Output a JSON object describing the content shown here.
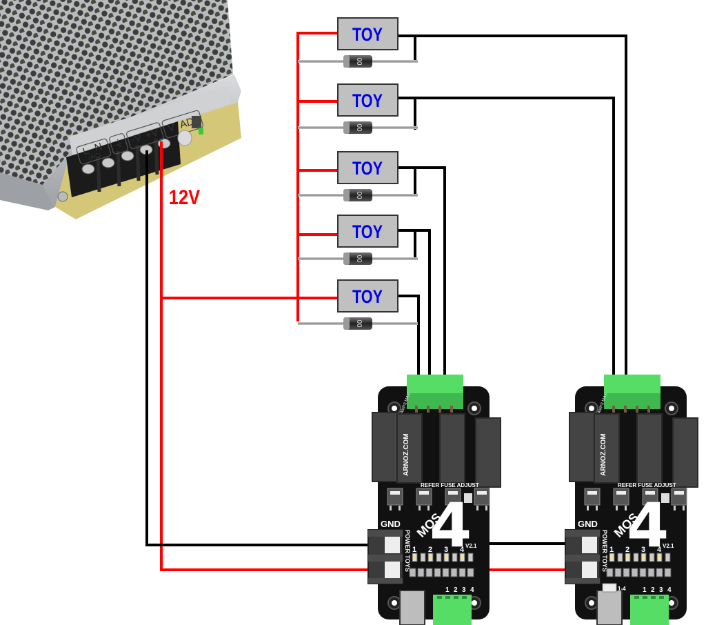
{
  "diagram": {
    "title": "12V power supply driving 5 toys through two MOSFET boards",
    "wire_colors": {
      "positive": "#ff0000",
      "negative": "#000000"
    },
    "power_supply": {
      "terminal_labels": [
        "L",
        "N",
        "(AC)",
        "⏚",
        "-V",
        "+V",
        "V",
        "ADJ"
      ],
      "output_label": "12V",
      "led_color": "#33cc33"
    },
    "loads": [
      {
        "label": "TOY",
        "diode_marking": "00"
      },
      {
        "label": "TOY",
        "diode_marking": "00"
      },
      {
        "label": "TOY",
        "diode_marking": "00"
      },
      {
        "label": "TOY",
        "diode_marking": "00"
      },
      {
        "label": "TOY",
        "diode_marking": "00"
      }
    ],
    "boards": [
      {
        "brand": "ARNOZ.COM",
        "model": "MOS4",
        "model_number": "4",
        "version": "V2.1",
        "gnd_label": "GND",
        "power_label": "POWER TOYS",
        "output_numbers": [
          "1",
          "2",
          "3",
          "4"
        ],
        "input_numbers": [
          "1",
          "2",
          "3",
          "4"
        ],
        "amps_label": "AMPS MAX",
        "fuse_label": "REFER FUSE ADJUST",
        "header_label": ""
      },
      {
        "brand": "ARNOZ.COM",
        "model": "MOS4",
        "model_number": "4",
        "version": "V2.1",
        "gnd_label": "GND",
        "power_label": "POWER TOYS",
        "output_numbers": [
          "1",
          "2",
          "3",
          "4"
        ],
        "input_numbers": [
          "1",
          "2",
          "3",
          "4"
        ],
        "amps_label": "AMPS MAX",
        "fuse_label": "REFER FUSE ADJUST",
        "header_label": "1-4"
      }
    ],
    "colors": {
      "toy_box_fill": "#c0c0c0",
      "toy_text": "#0000ee",
      "terminal_green": "#55dd66",
      "pcb_black": "#111111",
      "mosfet_gray": "#444444"
    }
  }
}
